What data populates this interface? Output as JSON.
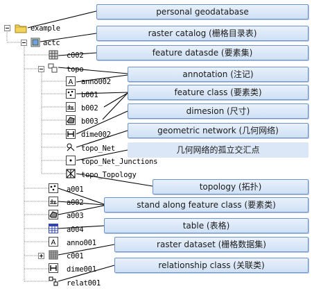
{
  "tree": {
    "root": "example",
    "nodes": [
      {
        "id": "actc",
        "label": "actc",
        "icon": "geodatabase-icon"
      },
      {
        "id": "c002a",
        "label": "c002",
        "icon": "raster-catalog-icon"
      },
      {
        "id": "topo",
        "label": "topo",
        "icon": "feature-dataset-icon"
      },
      {
        "id": "anno002",
        "label": "anno002",
        "icon": "annotation-icon"
      },
      {
        "id": "b001",
        "label": "b001",
        "icon": "point-feature-icon"
      },
      {
        "id": "b002",
        "label": "b002",
        "icon": "line-feature-icon"
      },
      {
        "id": "b003",
        "label": "b003",
        "icon": "polygon-feature-icon"
      },
      {
        "id": "dime002",
        "label": "dime002",
        "icon": "dimension-icon"
      },
      {
        "id": "topo_net",
        "label": "topo_Net",
        "icon": "geometric-network-icon"
      },
      {
        "id": "topo_net_junctions",
        "label": "topo_Net_Junctions",
        "icon": "point-feature-icon"
      },
      {
        "id": "topo_topology",
        "label": "topo_Topology",
        "icon": "topology-icon"
      },
      {
        "id": "a001",
        "label": "a001",
        "icon": "point-feature-icon"
      },
      {
        "id": "a002",
        "label": "a002",
        "icon": "line-feature-icon"
      },
      {
        "id": "a003",
        "label": "a003",
        "icon": "polygon-feature-icon"
      },
      {
        "id": "a004",
        "label": "a004",
        "icon": "table-icon"
      },
      {
        "id": "anno001",
        "label": "anno001",
        "icon": "annotation-icon"
      },
      {
        "id": "c001",
        "label": "c001",
        "icon": "raster-dataset-icon"
      },
      {
        "id": "dime001",
        "label": "dime001",
        "icon": "dimension-icon"
      },
      {
        "id": "relat001",
        "label": "relat001",
        "icon": "relationship-class-icon"
      }
    ]
  },
  "callouts": [
    {
      "id": "personal-geodatabase",
      "text": "personal geodatabase"
    },
    {
      "id": "raster-catalog",
      "text": "raster catalog (栅格目录表)"
    },
    {
      "id": "feature-dataset",
      "text": "feature datasde (要素集)"
    },
    {
      "id": "annotation",
      "text": "annotation  (注记)"
    },
    {
      "id": "feature-class",
      "text": "feature class (要素类)"
    },
    {
      "id": "dimesion",
      "text": "dimesion (尺寸)"
    },
    {
      "id": "geometric-network",
      "text": "geometric network (几何网络)"
    },
    {
      "id": "network-junction",
      "text": "几何网络的孤立交汇点"
    },
    {
      "id": "topology",
      "text": "topology  (拓扑)"
    },
    {
      "id": "stand-along-feature-class",
      "text": "stand along feature class (要素类)"
    },
    {
      "id": "table",
      "text": "table (表格)"
    },
    {
      "id": "raster-dataset",
      "text": "raster dataset (栅格数据集)"
    },
    {
      "id": "relationship-class",
      "text": "relationship class (关联类)"
    }
  ],
  "colors": {
    "callout_border": "#6e93c6",
    "callout_fill": "#dbe7f7",
    "folder": "#f2d45c",
    "leader": "#000000"
  }
}
